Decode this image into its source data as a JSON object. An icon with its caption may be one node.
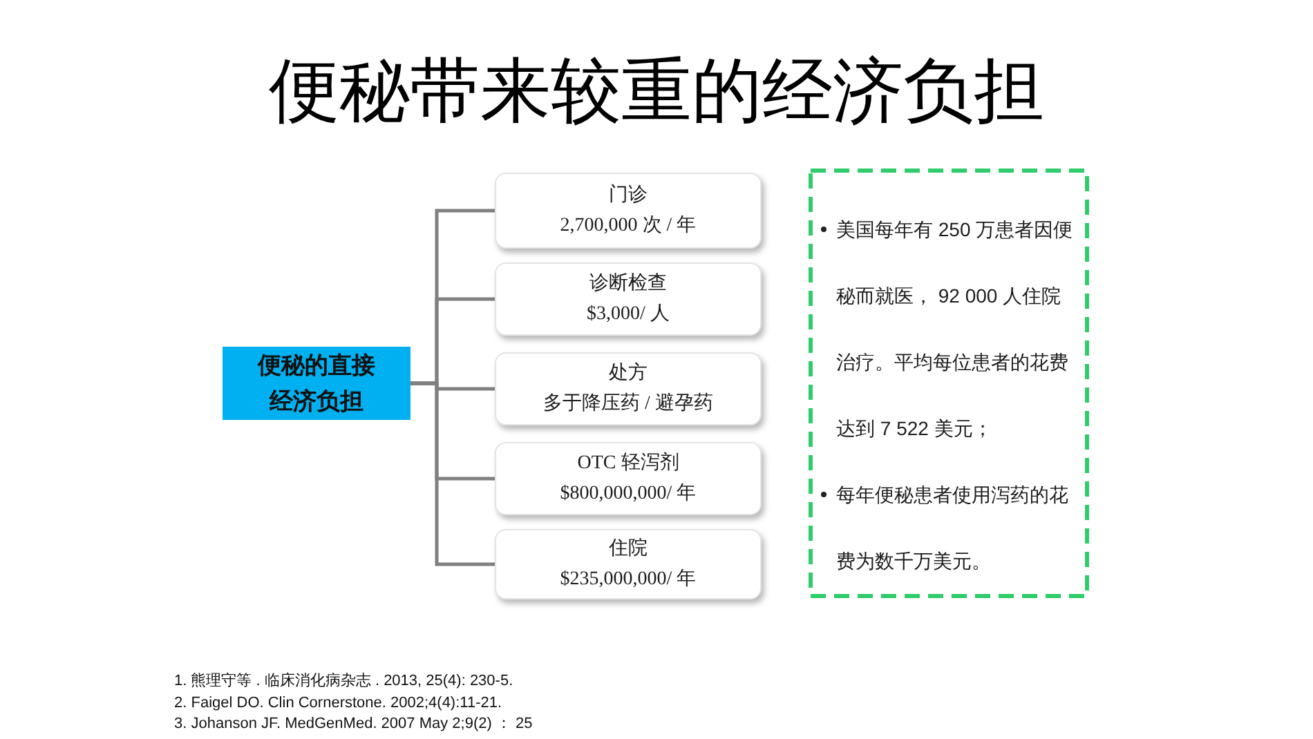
{
  "diagram": {
    "title": "便秘带来较重的经济负担",
    "nodes": [
      {
        "text": [
          "便秘的直接经济负担"
        ]
      },
      {
        "text": [
          "门诊",
          "2,700,000 次 / 年"
        ]
      },
      {
        "text": [
          "诊断检查",
          "$3,000/ 人"
        ]
      },
      {
        "text": [
          "处方",
          "多于降压药 / 避孕药"
        ]
      },
      {
        "text": [
          "OTC 轻泻剂",
          "$800,000,000/ 年"
        ]
      },
      {
        "text": [
          "住院",
          "$235,000,000/ 年"
        ]
      },
      {
        "text": [
          "美国每年有 250 万患者因便秘而就医， 92 000 人住院治疗。平均每位患者的花费达到 7 522 美元；",
          "每年便秘患者使用泻药的花费为数千万美元。"
        ]
      }
    ],
    "edges": [
      {
        "from": 0,
        "to": 1,
        "arrow": "none"
      },
      {
        "from": 0,
        "to": 2,
        "arrow": "none"
      },
      {
        "from": 0,
        "to": 3,
        "arrow": "none"
      },
      {
        "from": 0,
        "to": 4,
        "arrow": "none"
      },
      {
        "from": 0,
        "to": 5,
        "arrow": "none"
      }
    ],
    "labels": [
      "1. 熊理守等 . 临床消化病杂志 . 2013, 25(4): 230-5.",
      "2. Faigel DO. Clin Cornerstone. 2002;4(4):11-21.",
      "3. Johanson JF. MedGenMed. 2007 May 2;9(2) ： 25"
    ]
  }
}
